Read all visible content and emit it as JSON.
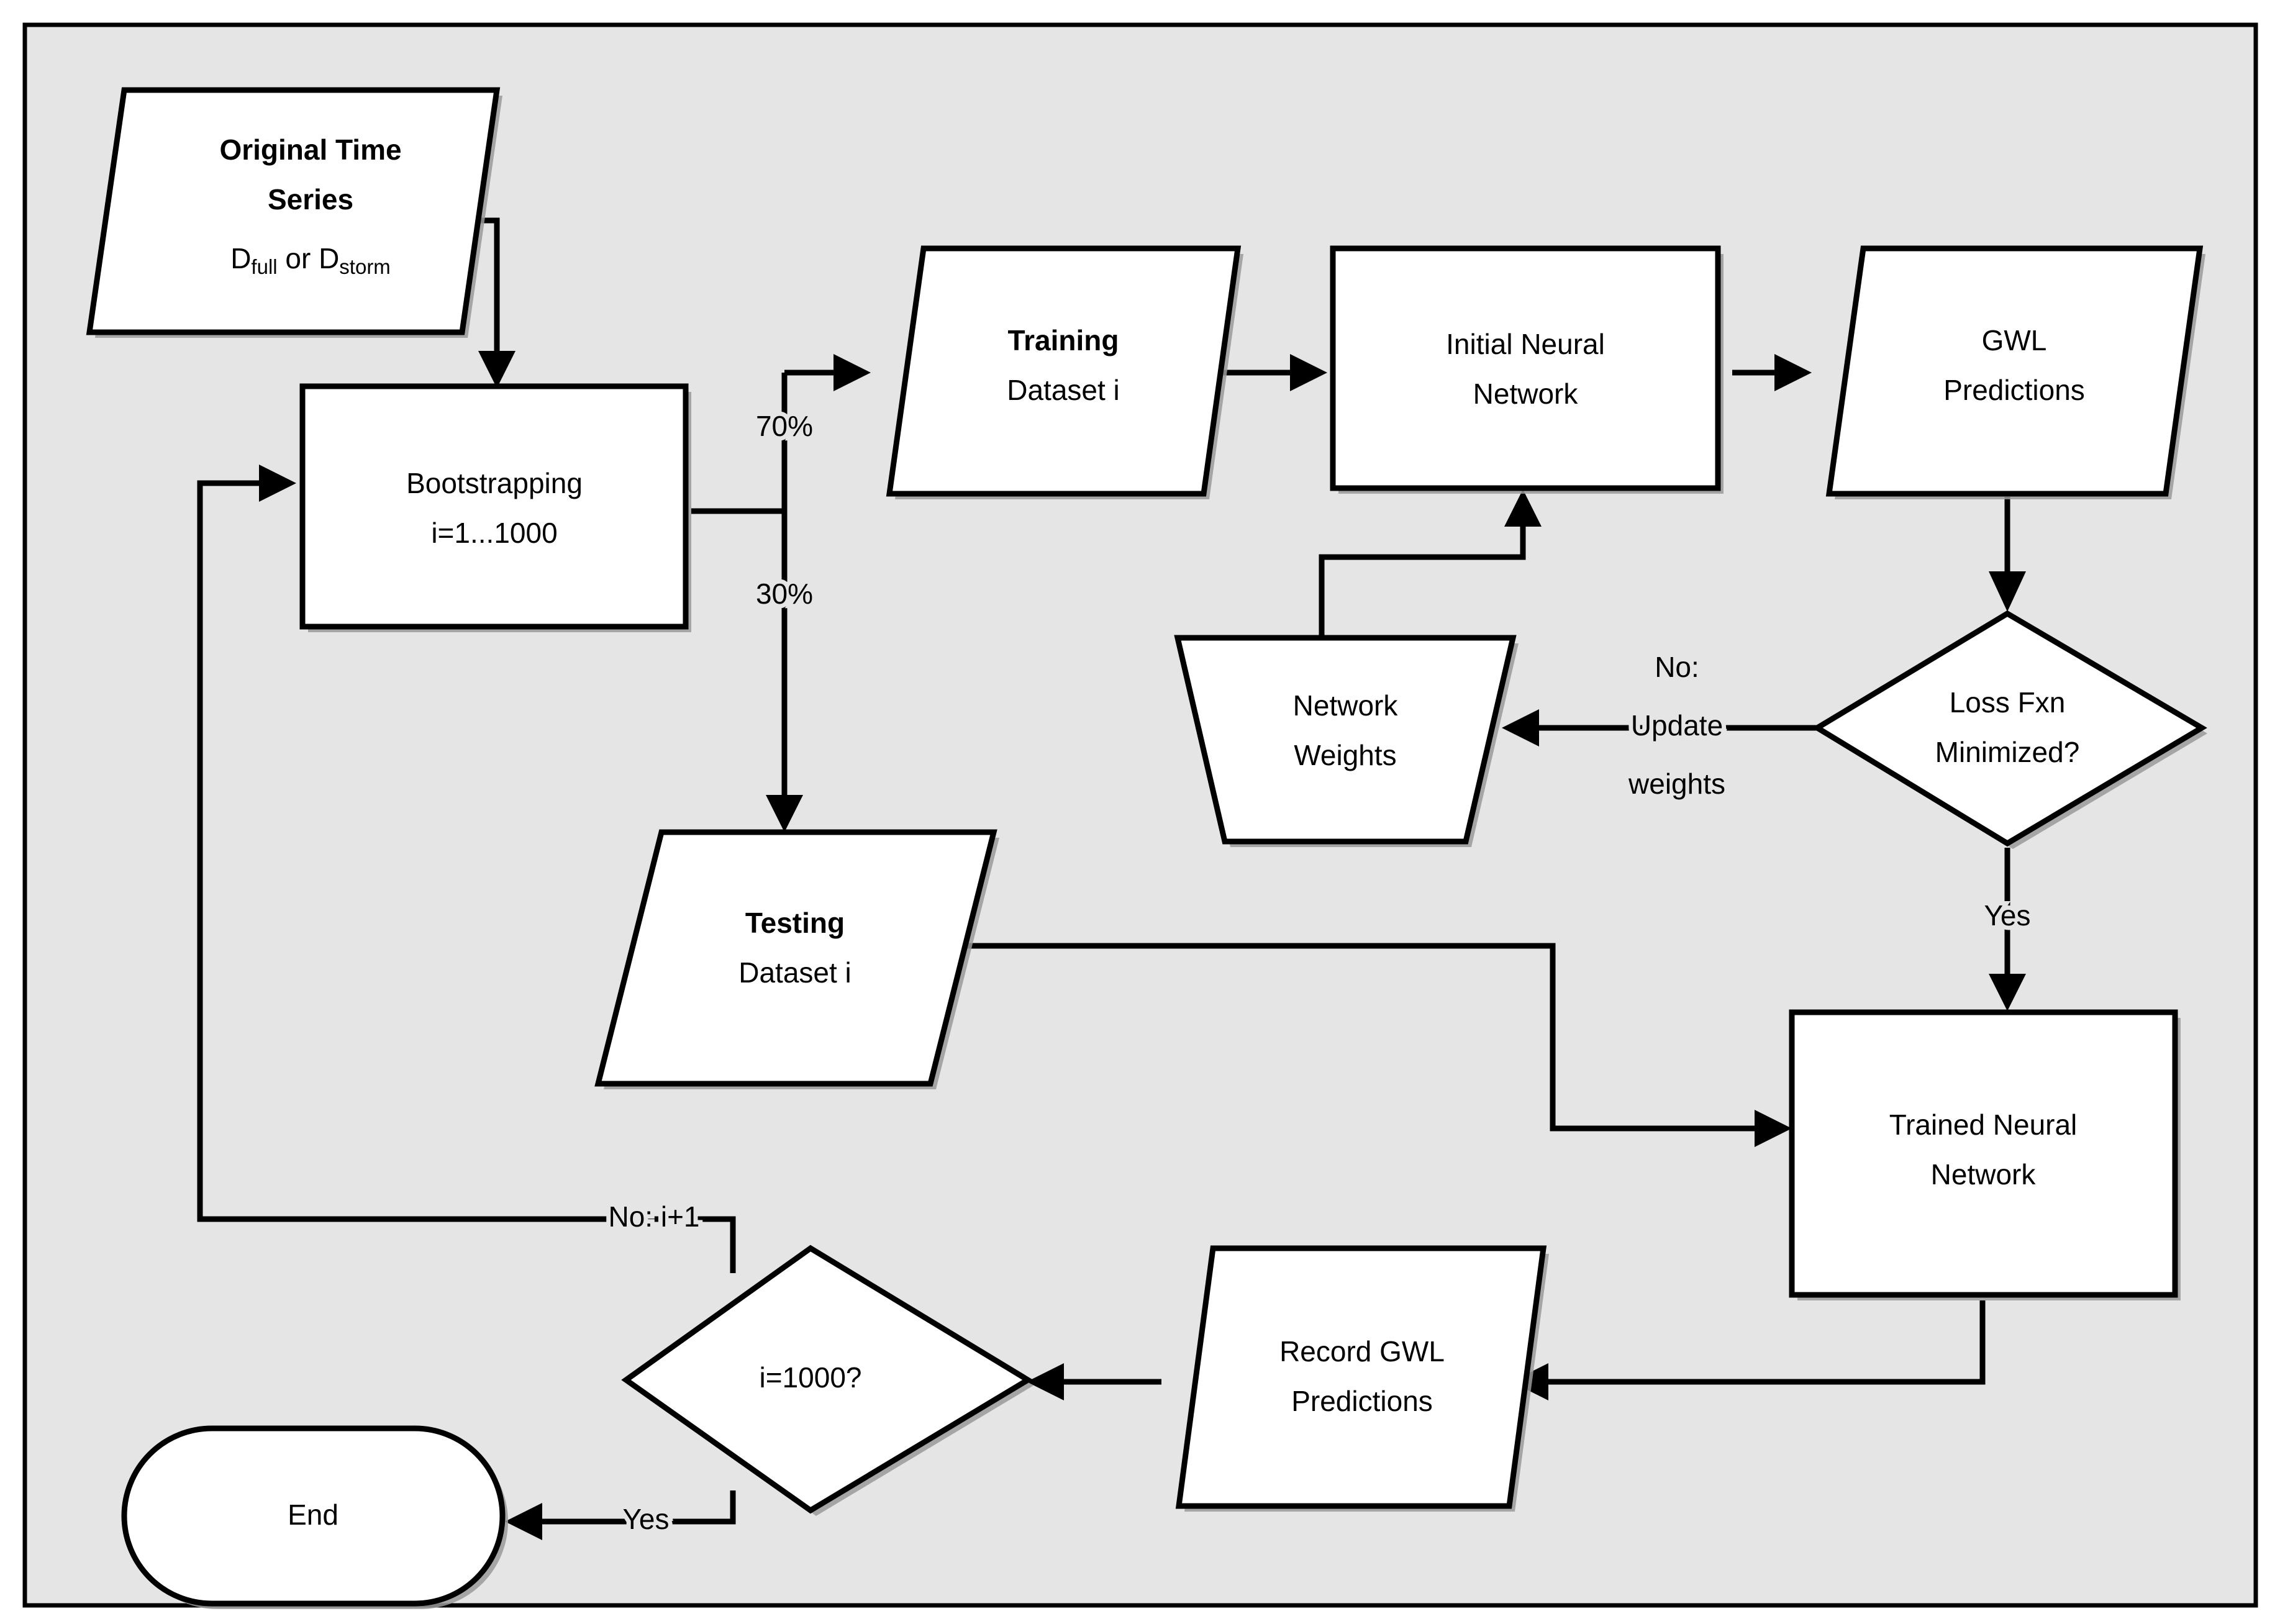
{
  "diagram": {
    "title_text": "",
    "background_color": "#e5e5e5",
    "shape_fill": "#ffffff",
    "line_color": "#000000",
    "nodes": {
      "original_time_series": {
        "shape": "parallelogram",
        "line1": "Original Time",
        "line2": "Series",
        "line3_prefix": "D",
        "line3_sub1": "full",
        "line3_mid": " or D",
        "line3_sub2": "storm"
      },
      "bootstrapping": {
        "shape": "rectangle",
        "line1": "Bootstrapping",
        "line2": "i=1...1000"
      },
      "training_dataset": {
        "shape": "parallelogram",
        "line1": "Training",
        "line2": "Dataset i"
      },
      "initial_neural_network": {
        "shape": "rectangle",
        "line1": "Initial Neural",
        "line2": "Network"
      },
      "gwl_predictions": {
        "shape": "parallelogram",
        "line1": "GWL",
        "line2": "Predictions"
      },
      "network_weights": {
        "shape": "trapezoid",
        "line1": "Network",
        "line2": "Weights"
      },
      "loss_fxn_minimized": {
        "shape": "diamond",
        "line1": "Loss Fxn",
        "line2": "Minimized?"
      },
      "testing_dataset": {
        "shape": "parallelogram",
        "line1": "Testing",
        "line2": "Dataset i"
      },
      "trained_neural_network": {
        "shape": "rectangle",
        "line1": "Trained Neural",
        "line2": "Network"
      },
      "record_gwl_predictions": {
        "shape": "parallelogram",
        "line1": "Record GWL",
        "line2": "Predictions"
      },
      "i_equals_1000": {
        "shape": "diamond",
        "line1": "i=1000?"
      },
      "end": {
        "shape": "stadium",
        "line1": "End"
      }
    },
    "edge_labels": {
      "split_70": "70%",
      "split_30": "30%",
      "loss_no_line1": "No:",
      "loss_no_line2": "Update",
      "loss_no_line3": "weights",
      "loss_yes": "Yes",
      "loop_no": "No: i+1",
      "loop_yes": "Yes"
    }
  }
}
